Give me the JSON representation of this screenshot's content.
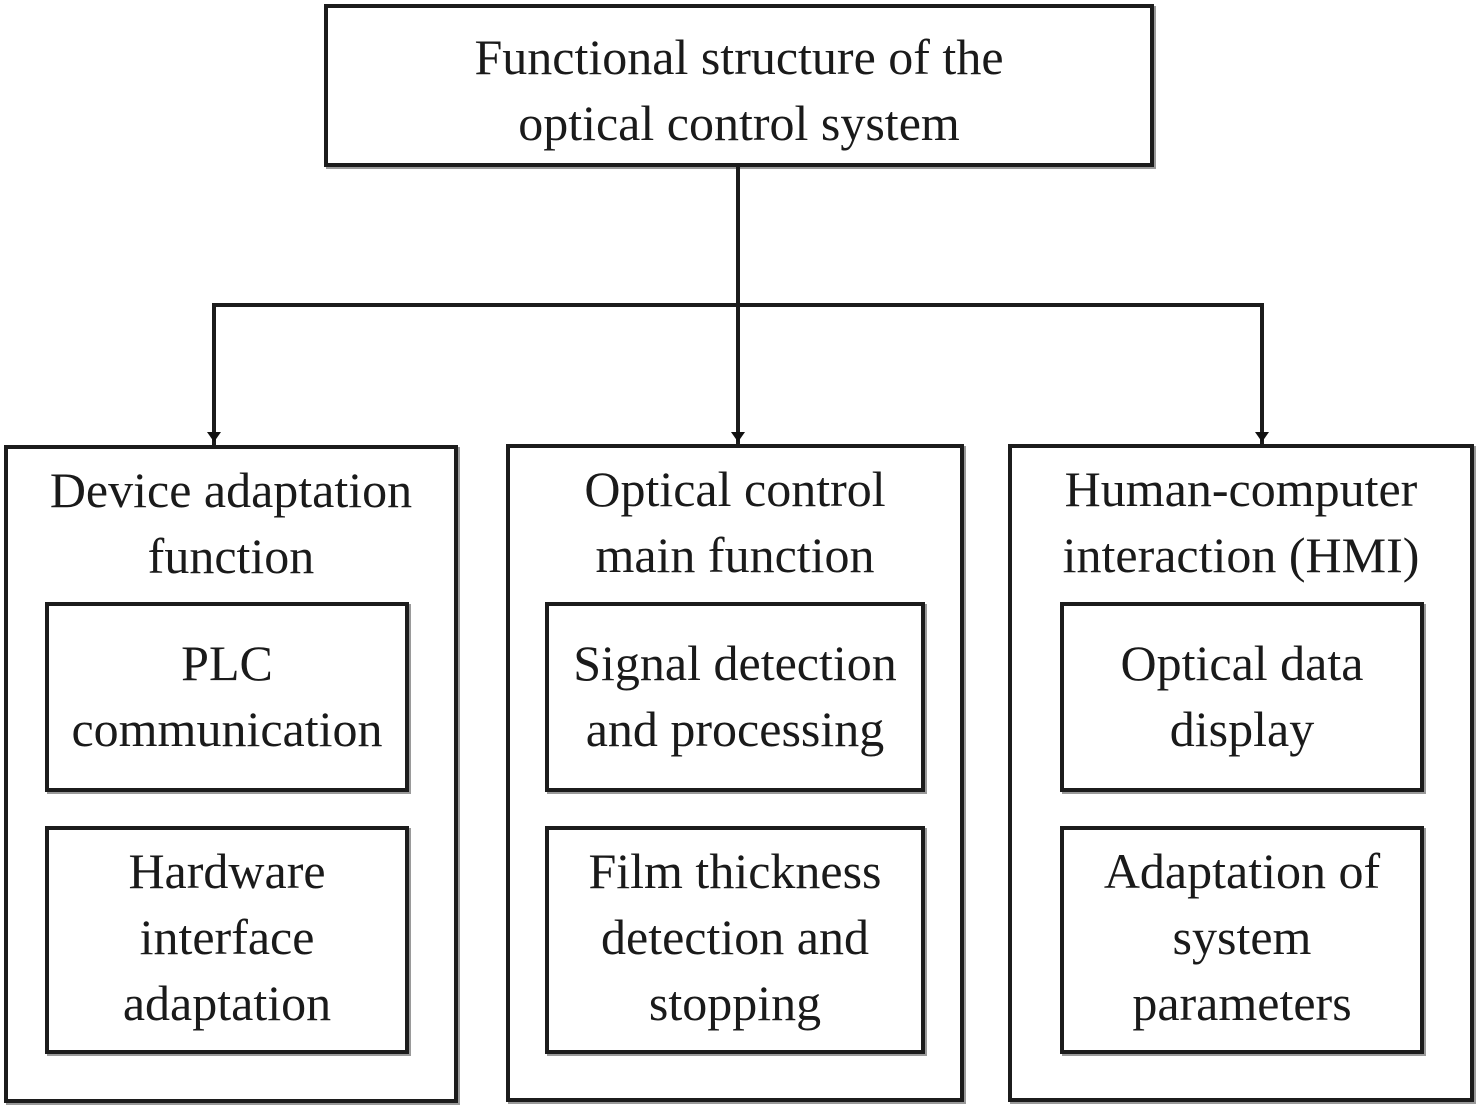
{
  "root": {
    "line1": "Functional structure of the",
    "line2": "optical control system"
  },
  "branches": [
    {
      "title1": "Device adaptation",
      "title2": "function",
      "items": [
        {
          "lines": [
            "PLC",
            "communication"
          ]
        },
        {
          "lines": [
            "Hardware",
            "interface",
            "adaptation"
          ]
        }
      ]
    },
    {
      "title1": "Optical control",
      "title2": "main function",
      "items": [
        {
          "lines": [
            "Signal detection",
            "and processing"
          ]
        },
        {
          "lines": [
            "Film thickness",
            "detection and",
            "stopping"
          ]
        }
      ]
    },
    {
      "title1": "Human-computer",
      "title2": "interaction (HMI)",
      "items": [
        {
          "lines": [
            "Optical data",
            "display"
          ]
        },
        {
          "lines": [
            "Adaptation of",
            "system",
            "parameters"
          ]
        }
      ]
    }
  ]
}
